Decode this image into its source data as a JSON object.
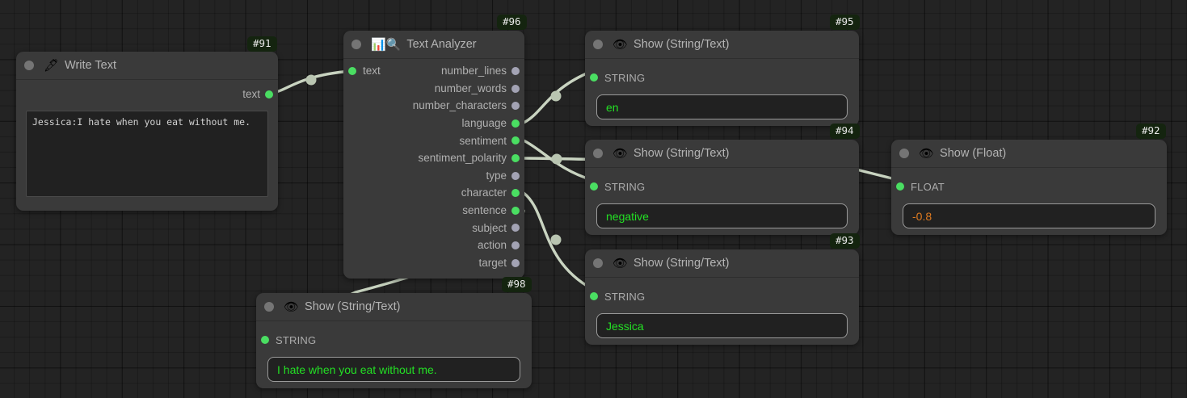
{
  "canvas": {
    "grid": true,
    "bg_color": "#232323",
    "wire_color": "#c9d4c1"
  },
  "nodes": [
    {
      "id": "#91",
      "title": "Write Text",
      "icon": "fountain-pen-icon",
      "icon_glyph": "🖋",
      "collapse_dot": true,
      "outputs": [
        {
          "label": "text",
          "color": "#4ade62",
          "connected": true
        }
      ],
      "textarea_value": "Jessica:I hate when you eat without me."
    },
    {
      "id": "#96",
      "title": "Text Analyzer",
      "icon": "bar-chart-search-icon",
      "icon_glyph": "📊🔍",
      "collapse_dot": true,
      "inputs": [
        {
          "label": "text",
          "color": "#4ade62",
          "connected": true
        }
      ],
      "outputs": [
        {
          "label": "number_lines",
          "color": "#a3a3b4",
          "connected": false
        },
        {
          "label": "number_words",
          "color": "#a3a3b4",
          "connected": false
        },
        {
          "label": "number_characters",
          "color": "#a3a3b4",
          "connected": false
        },
        {
          "label": "language",
          "color": "#4ade62",
          "connected": true
        },
        {
          "label": "sentiment",
          "color": "#4ade62",
          "connected": true
        },
        {
          "label": "sentiment_polarity",
          "color": "#4ade62",
          "connected": true
        },
        {
          "label": "type",
          "color": "#a3a3b4",
          "connected": false
        },
        {
          "label": "character",
          "color": "#4ade62",
          "connected": true
        },
        {
          "label": "sentence",
          "color": "#4ade62",
          "connected": true
        },
        {
          "label": "subject",
          "color": "#a3a3b4",
          "connected": false
        },
        {
          "label": "action",
          "color": "#a3a3b4",
          "connected": false
        },
        {
          "label": "target",
          "color": "#a3a3b4",
          "connected": false
        }
      ]
    },
    {
      "id": "#95",
      "title": "Show (String/Text)",
      "icon": "eye-icon",
      "icon_glyph": "👁",
      "collapse_dot": true,
      "input_type": "STRING",
      "value": "en",
      "value_color": "#23e024"
    },
    {
      "id": "#94",
      "title": "Show (String/Text)",
      "icon": "eye-icon",
      "icon_glyph": "👁",
      "collapse_dot": true,
      "input_type": "STRING",
      "value": "negative",
      "value_color": "#23e024"
    },
    {
      "id": "#93",
      "title": "Show (String/Text)",
      "icon": "eye-icon",
      "icon_glyph": "👁",
      "collapse_dot": true,
      "input_type": "STRING",
      "value": "Jessica",
      "value_color": "#23e024"
    },
    {
      "id": "#98",
      "title": "Show (String/Text)",
      "icon": "eye-icon",
      "icon_glyph": "👁",
      "collapse_dot": true,
      "input_type": "STRING",
      "value": "I hate when you eat without me.",
      "value_color": "#23e024"
    },
    {
      "id": "#92",
      "title": "Show (Float)",
      "icon": "eye-icon",
      "icon_glyph": "👁",
      "collapse_dot": true,
      "input_type": "FLOAT",
      "value": "-0.8",
      "value_color": "#e07b20"
    }
  ]
}
